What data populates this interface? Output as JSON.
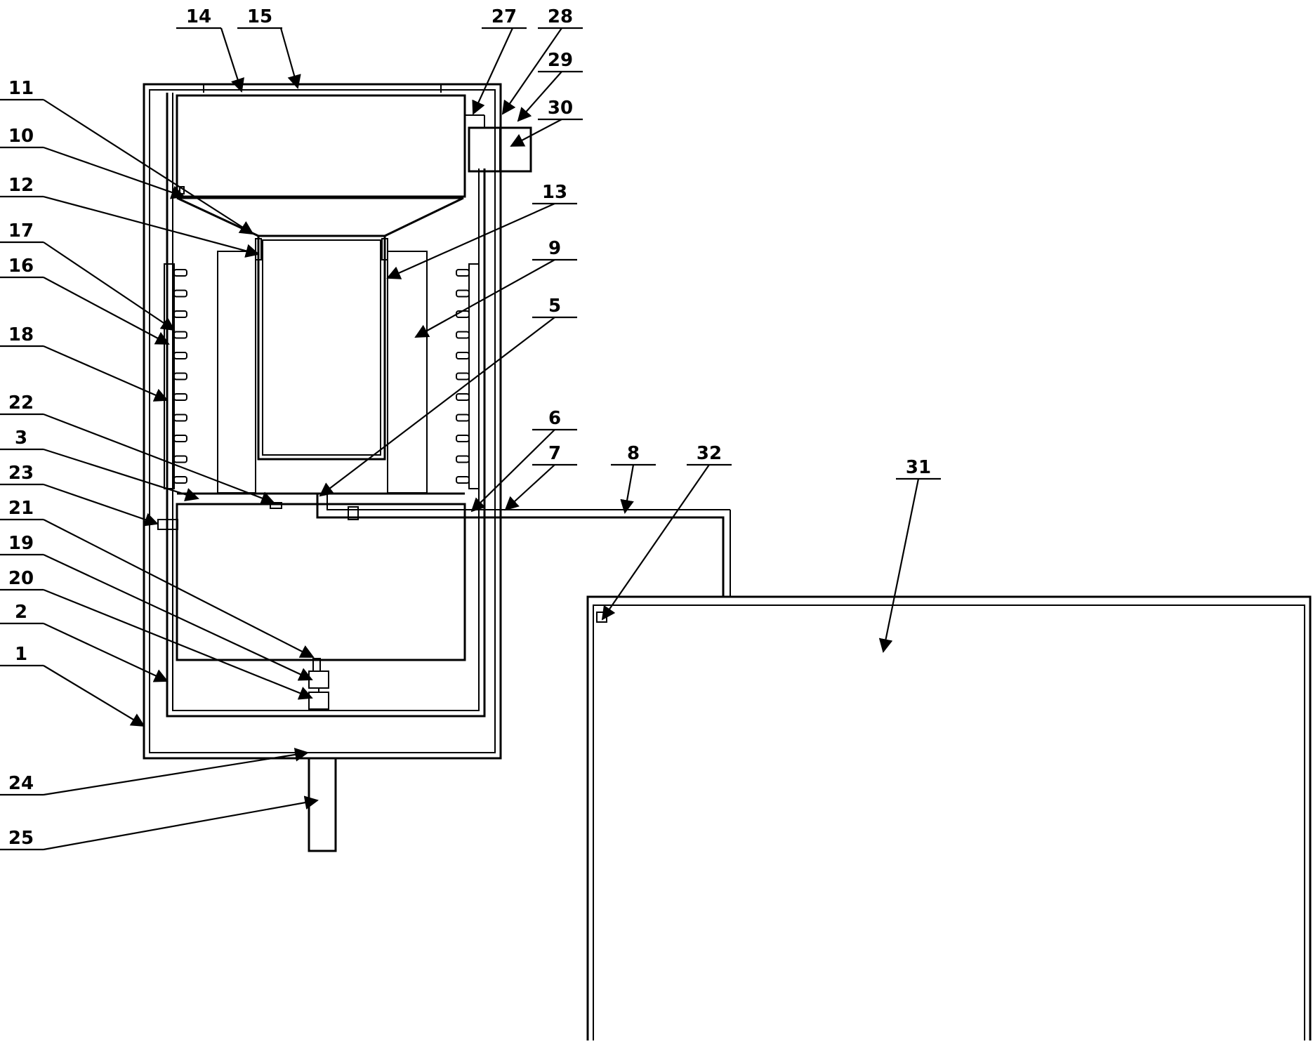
{
  "labels": [
    "14",
    "15",
    "27",
    "28",
    "29",
    "30",
    "11",
    "10",
    "12",
    "13",
    "9",
    "17",
    "16",
    "18",
    "5",
    "22",
    "3",
    "6",
    "7",
    "8",
    "32",
    "31",
    "23",
    "21",
    "19",
    "20",
    "2",
    "1",
    "24",
    "25"
  ]
}
